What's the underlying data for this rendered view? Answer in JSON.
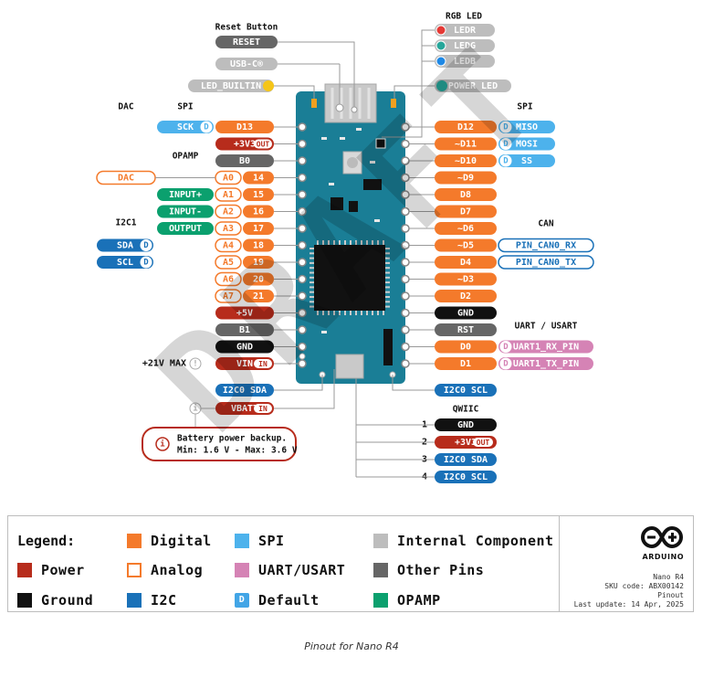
{
  "colors": {
    "digital": "#f47a2b",
    "analog_border": "#f47a2b",
    "spi": "#4db2ec",
    "i2c": "#1a71b8",
    "uart": "#d583b5",
    "power": "#b72c1c",
    "ground": "#111111",
    "other": "#666666",
    "internal": "#bdbdbd",
    "opamp": "#0ba06e",
    "board": "#1a7e96"
  },
  "headers": {
    "reset_button": "Reset Button",
    "rgb_led": "RGB LED",
    "dac": "DAC",
    "spi_left": "SPI",
    "spi_right": "SPI",
    "opamp": "OPAMP",
    "i2c1": "I2C1",
    "can": "CAN",
    "uart": "UART / USART",
    "qwiic": "QWIIC"
  },
  "top_labels": {
    "reset": "RESET",
    "usbc": "USB-C®",
    "led_builtin": "LED_BUILTIN",
    "ledr": "LEDR",
    "ledg": "LEDG",
    "ledb": "LEDB",
    "power_led": "POWER LED"
  },
  "left_pins": [
    {
      "pin": "D13",
      "kind": "digital",
      "extra": [
        {
          "text": "SCK",
          "kind": "spi",
          "badge": "D"
        }
      ]
    },
    {
      "pin": "+3V3",
      "kind": "power",
      "tag": "OUT",
      "extra": []
    },
    {
      "pin": "B0",
      "kind": "other",
      "extra": []
    },
    {
      "pin": "14",
      "alt": "A0",
      "kind": "digital",
      "extra": [
        {
          "text": "DAC",
          "kind": "analog"
        }
      ]
    },
    {
      "pin": "15",
      "alt": "A1",
      "kind": "digital",
      "extra": [
        {
          "text": "INPUT+",
          "kind": "opamp"
        }
      ]
    },
    {
      "pin": "16",
      "alt": "A2",
      "kind": "digital",
      "extra": [
        {
          "text": "INPUT-",
          "kind": "opamp"
        }
      ]
    },
    {
      "pin": "17",
      "alt": "A3",
      "kind": "digital",
      "extra": [
        {
          "text": "OUTPUT",
          "kind": "opamp"
        }
      ]
    },
    {
      "pin": "18",
      "alt": "A4",
      "kind": "digital",
      "extra": [
        {
          "text": "SDA",
          "kind": "i2c",
          "badge": "D"
        }
      ]
    },
    {
      "pin": "19",
      "alt": "A5",
      "kind": "digital",
      "extra": [
        {
          "text": "SCL",
          "kind": "i2c",
          "badge": "D"
        }
      ]
    },
    {
      "pin": "20",
      "alt": "A6",
      "kind": "digital",
      "extra": []
    },
    {
      "pin": "21",
      "alt": "A7",
      "kind": "digital",
      "extra": []
    },
    {
      "pin": "+5V",
      "kind": "power",
      "extra": []
    },
    {
      "pin": "B1",
      "kind": "other",
      "extra": []
    },
    {
      "pin": "GND",
      "kind": "ground",
      "extra": []
    },
    {
      "pin": "VIN",
      "kind": "power",
      "tag": "IN",
      "extra": [
        {
          "text": "+21V MAX",
          "kind": "note"
        }
      ]
    }
  ],
  "right_pins": [
    {
      "pin": "D12",
      "kind": "digital",
      "extra": [
        {
          "text": "MISO",
          "kind": "spi",
          "badge": "D"
        }
      ]
    },
    {
      "pin": "~D11",
      "kind": "digital",
      "extra": [
        {
          "text": "MOSI",
          "kind": "spi",
          "badge": "D"
        }
      ]
    },
    {
      "pin": "~D10",
      "kind": "digital",
      "extra": [
        {
          "text": "SS",
          "kind": "spi",
          "badge": "D"
        }
      ]
    },
    {
      "pin": "~D9",
      "kind": "digital",
      "extra": []
    },
    {
      "pin": "D8",
      "kind": "digital",
      "extra": []
    },
    {
      "pin": "D7",
      "kind": "digital",
      "extra": []
    },
    {
      "pin": "~D6",
      "kind": "digital",
      "extra": []
    },
    {
      "pin": "~D5",
      "kind": "digital",
      "extra": [
        {
          "text": "PIN_CAN0_RX",
          "kind": "can"
        }
      ]
    },
    {
      "pin": "D4",
      "kind": "digital",
      "extra": [
        {
          "text": "PIN_CAN0_TX",
          "kind": "can"
        }
      ]
    },
    {
      "pin": "~D3",
      "kind": "digital",
      "extra": []
    },
    {
      "pin": "D2",
      "kind": "digital",
      "extra": []
    },
    {
      "pin": "GND",
      "kind": "ground",
      "extra": []
    },
    {
      "pin": "RST",
      "kind": "other",
      "extra": []
    },
    {
      "pin": "D0",
      "kind": "digital",
      "extra": [
        {
          "text": "UART1_RX_PIN",
          "kind": "uart",
          "badge": "D"
        }
      ]
    },
    {
      "pin": "D1",
      "kind": "digital",
      "extra": [
        {
          "text": "UART1_TX_PIN",
          "kind": "uart",
          "badge": "D"
        }
      ]
    }
  ],
  "bottom": {
    "i2c0_sda": "I2C0 SDA",
    "i2c0_scl": "I2C0 SCL",
    "vbatt": "VBATT",
    "vbatt_tag": "IN",
    "battery_note_line1": "Battery power backup.",
    "battery_note_line2": "Min: 1.6 V - Max: 3.6 V"
  },
  "qwiic": [
    {
      "num": "1",
      "label": "GND",
      "kind": "ground"
    },
    {
      "num": "2",
      "label": "+3V3",
      "kind": "power",
      "tag": "OUT"
    },
    {
      "num": "3",
      "label": "I2C0 SDA",
      "kind": "i2c"
    },
    {
      "num": "4",
      "label": "I2C0 SCL",
      "kind": "i2c"
    }
  ],
  "watermark": "DRAFT",
  "legend": {
    "title": "Legend:",
    "items": [
      {
        "label": "Digital",
        "swatch": "digital"
      },
      {
        "label": "SPI",
        "swatch": "spi"
      },
      {
        "label": "Internal Component",
        "swatch": "internal"
      },
      {
        "label": "Power",
        "swatch": "power"
      },
      {
        "label": "Analog",
        "swatch": "analog"
      },
      {
        "label": "UART/USART",
        "swatch": "uart"
      },
      {
        "label": "Other Pins",
        "swatch": "other"
      },
      {
        "label": "Ground",
        "swatch": "ground"
      },
      {
        "label": "I2C",
        "swatch": "i2c"
      },
      {
        "label": "Default",
        "swatch": "default",
        "badge": "D"
      },
      {
        "label": "OPAMP",
        "swatch": "opamp"
      }
    ]
  },
  "brand": {
    "name": "ARDUINO",
    "product": "Nano R4",
    "sku": "SKU code: ABX00142",
    "doc": "Pinout",
    "updated": "Last update: 14 Apr, 2025"
  },
  "caption": "Pinout for Nano R4"
}
